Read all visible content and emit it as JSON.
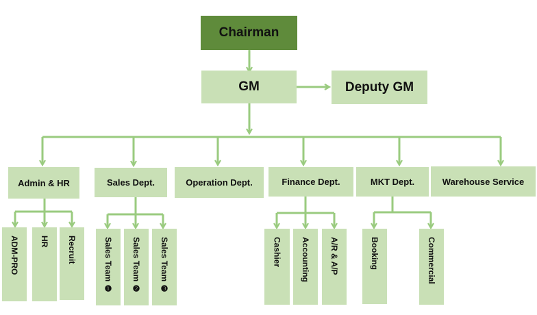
{
  "chart": {
    "chairman": "Chairman",
    "gm": "GM",
    "deputy_gm": "Deputy GM",
    "departments": [
      "Admin & HR",
      "Sales Dept.",
      "Operation Dept.",
      "Finance Dept.",
      "MKT Dept.",
      "Warehouse Service"
    ],
    "admin_units": [
      "ADM-PRO",
      "HR",
      "Recruit"
    ],
    "sales_units": [
      "Sales Team ❶",
      "Sales Team ❷",
      "Sales Team ❸"
    ],
    "finance_units": [
      "Cashier",
      "Accounting",
      "A/R & A/P"
    ],
    "mkt_units": [
      "Booking",
      "Commercial"
    ]
  },
  "colors": {
    "chairman_fill": "#5f8b3b",
    "box_fill": "#c9e0b6",
    "connector": "#9acb7f"
  }
}
